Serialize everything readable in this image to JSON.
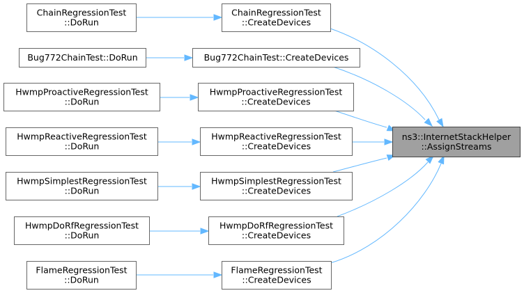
{
  "graph": {
    "target": {
      "id": "target",
      "lines": [
        "ns3::InternetStackHelper",
        "::AssignStreams"
      ]
    },
    "nodes": [
      {
        "id": "chain_cd",
        "lines": [
          "ChainRegressionTest",
          "::CreateDevices"
        ]
      },
      {
        "id": "chain_run",
        "lines": [
          "ChainRegressionTest",
          "::DoRun"
        ]
      },
      {
        "id": "bug772_cd",
        "lines": [
          "Bug772ChainTest::CreateDevices"
        ]
      },
      {
        "id": "bug772_run",
        "lines": [
          "Bug772ChainTest::DoRun"
        ]
      },
      {
        "id": "proactive_cd",
        "lines": [
          "HwmpProactiveRegressionTest",
          "::CreateDevices"
        ]
      },
      {
        "id": "proactive_run",
        "lines": [
          "HwmpProactiveRegressionTest",
          "::DoRun"
        ]
      },
      {
        "id": "reactive_cd",
        "lines": [
          "HwmpReactiveRegressionTest",
          "::CreateDevices"
        ]
      },
      {
        "id": "reactive_run",
        "lines": [
          "HwmpReactiveRegressionTest",
          "::DoRun"
        ]
      },
      {
        "id": "simplest_cd",
        "lines": [
          "HwmpSimplestRegressionTest",
          "::CreateDevices"
        ]
      },
      {
        "id": "simplest_run",
        "lines": [
          "HwmpSimplestRegressionTest",
          "::DoRun"
        ]
      },
      {
        "id": "dorf_cd",
        "lines": [
          "HwmpDoRfRegressionTest",
          "::CreateDevices"
        ]
      },
      {
        "id": "dorf_run",
        "lines": [
          "HwmpDoRfRegressionTest",
          "::DoRun"
        ]
      },
      {
        "id": "flame_cd",
        "lines": [
          "FlameRegressionTest",
          "::CreateDevices"
        ]
      },
      {
        "id": "flame_run",
        "lines": [
          "FlameRegressionTest",
          "::DoRun"
        ]
      }
    ],
    "edges": [
      {
        "from": "chain_run",
        "to": "chain_cd"
      },
      {
        "from": "bug772_run",
        "to": "bug772_cd"
      },
      {
        "from": "proactive_run",
        "to": "proactive_cd"
      },
      {
        "from": "reactive_run",
        "to": "reactive_cd"
      },
      {
        "from": "simplest_run",
        "to": "simplest_cd"
      },
      {
        "from": "dorf_run",
        "to": "dorf_cd"
      },
      {
        "from": "flame_run",
        "to": "flame_cd"
      },
      {
        "from": "chain_cd",
        "to": "target"
      },
      {
        "from": "bug772_cd",
        "to": "target"
      },
      {
        "from": "proactive_cd",
        "to": "target"
      },
      {
        "from": "reactive_cd",
        "to": "target"
      },
      {
        "from": "simplest_cd",
        "to": "target"
      },
      {
        "from": "dorf_cd",
        "to": "target"
      },
      {
        "from": "flame_cd",
        "to": "target"
      }
    ]
  }
}
